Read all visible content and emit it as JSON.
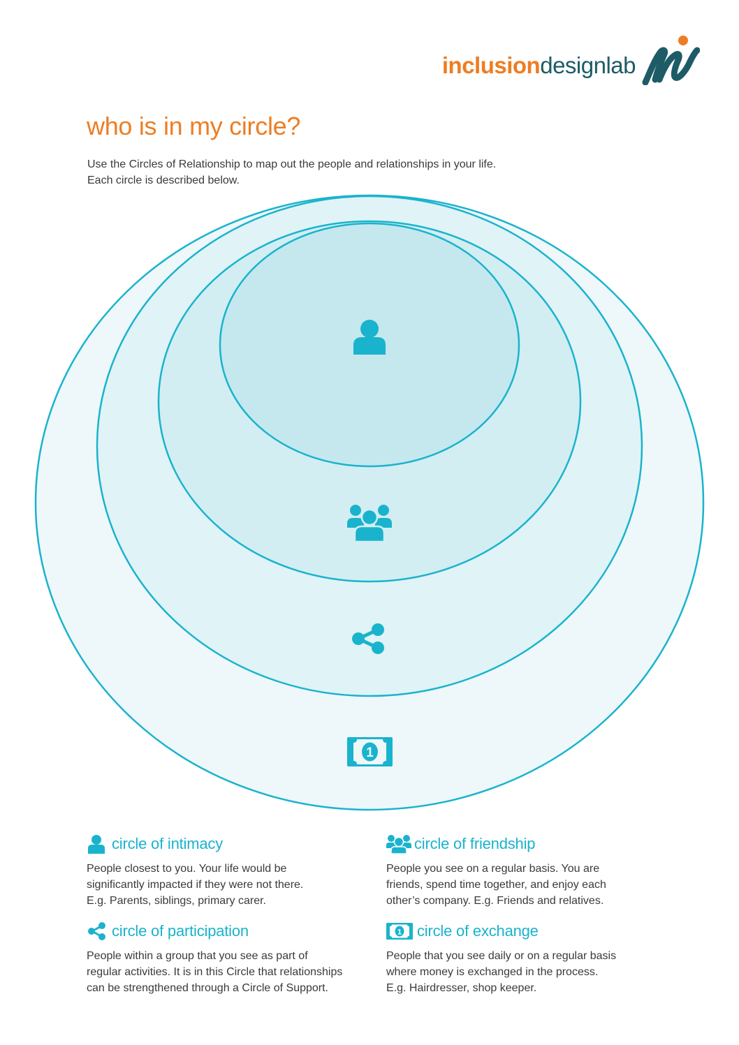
{
  "brand": {
    "name_part1": "inclusion",
    "name_part2": "designlab",
    "orange": "#ee7d22",
    "teal_dark": "#1d5c66",
    "accent": "#1ab3cd"
  },
  "title": "who is in my circle?",
  "intro": {
    "line1": "Use the Circles of Relationship to map out the people and relationships in your life.",
    "line2": "Each circle is described below."
  },
  "diagram": {
    "icons": [
      "person-icon",
      "group-icon",
      "share-icon",
      "money-icon"
    ],
    "fill_colors": [
      "#eef8fa",
      "#e0f3f6",
      "#d2eef2",
      "#c4e8ee"
    ],
    "stroke_color": "#1ab3cd"
  },
  "circles": {
    "intimacy": {
      "title": "circle of intimacy",
      "desc": [
        "People closest to you. Your life would be",
        "significantly impacted if they were not there.",
        "E.g. Parents, siblings, primary carer."
      ]
    },
    "friendship": {
      "title": "circle of friendship",
      "desc": [
        "People you see on a regular basis. You are",
        "friends, spend time together, and enjoy each",
        "other’s company. E.g. Friends and relatives."
      ]
    },
    "participation": {
      "title": "circle of participation",
      "desc": [
        "People within a group that you see as part of",
        "regular activities. It is in this Circle that relationships",
        "can be strengthened through a Circle of Support."
      ]
    },
    "exchange": {
      "title": "circle of exchange",
      "desc": [
        "People that you see daily or on a regular basis",
        "where money is exchanged in the process.",
        "E.g. Hairdresser, shop keeper."
      ]
    }
  }
}
